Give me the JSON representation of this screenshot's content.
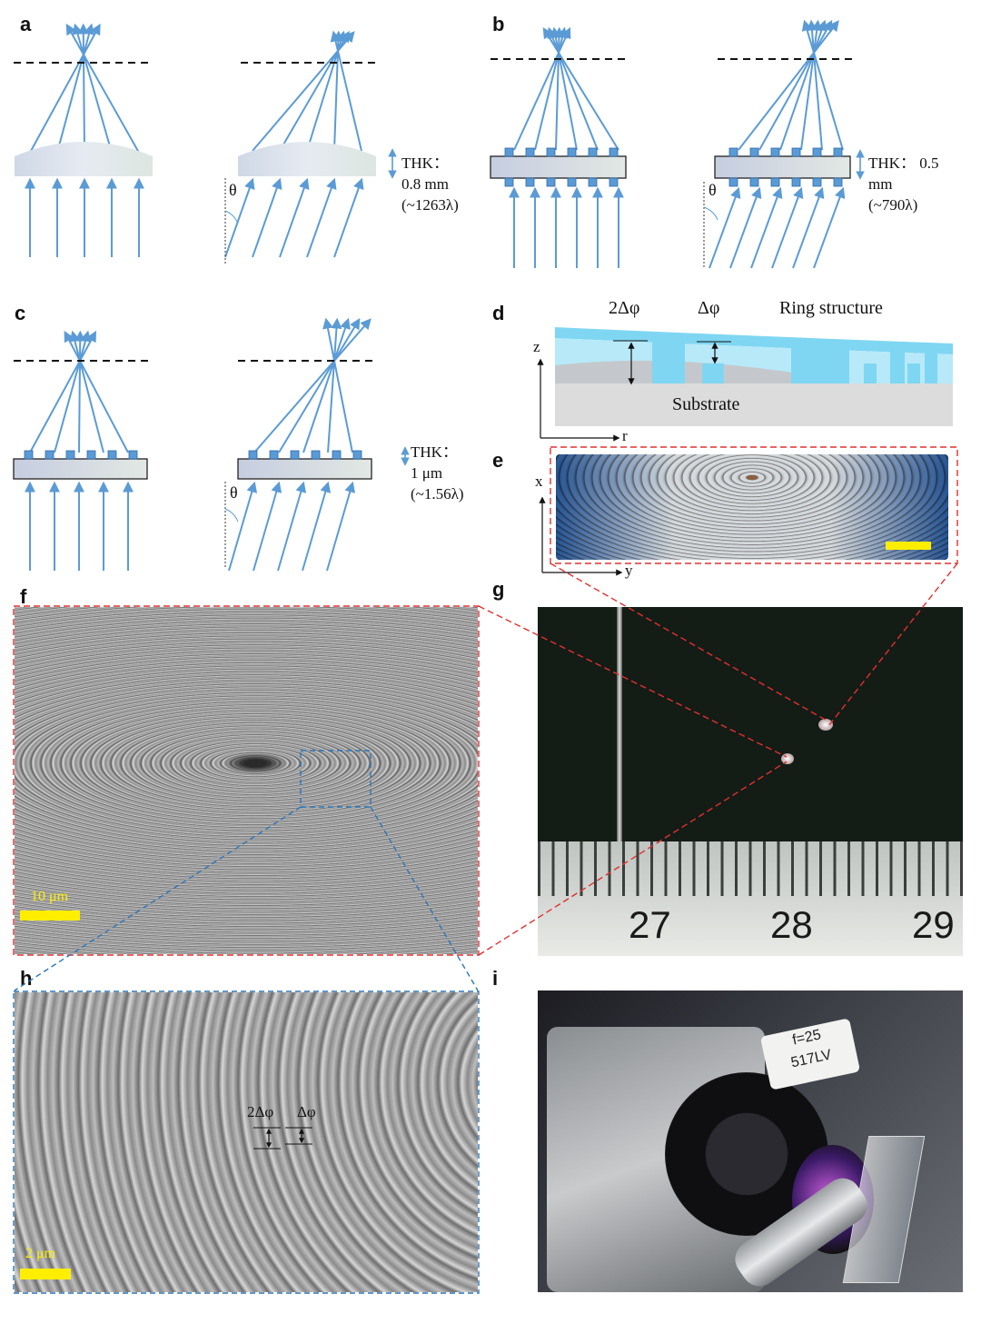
{
  "panels": {
    "a": "a",
    "b": "b",
    "c": "c",
    "d": "d",
    "e": "e",
    "f": "f",
    "g": "g",
    "h": "h",
    "i": "i"
  },
  "angle_symbol": "θ",
  "thk": {
    "a": {
      "line1": "THK：",
      "line2": "0.8 mm",
      "line3": "(~1263λ)"
    },
    "b": {
      "line1": "THK： 0.5",
      "line2": "mm",
      "line3": "(~790λ)"
    },
    "c": {
      "line1": "THK：",
      "line2": "1 μm",
      "line3": "(~1.56λ)"
    }
  },
  "panel_d": {
    "label_2dphi": "2Δφ",
    "label_dphi": "Δφ",
    "label_ring": "Ring structure",
    "label_substrate": "Substrate",
    "axis_z": "z",
    "axis_r": "r"
  },
  "panel_e": {
    "axis_x": "x",
    "axis_y": "y"
  },
  "panel_f": {
    "scale": "10 μm"
  },
  "panel_g": {
    "ruler_27": "27",
    "ruler_28": "28",
    "ruler_29": "29"
  },
  "panel_h": {
    "label_2dphi": "2Δφ",
    "label_dphi": "Δφ",
    "scale": "2 μm"
  },
  "panel_i": {
    "tag_line1": "f=25",
    "tag_line2": "517LV"
  },
  "colors": {
    "ray": "#5b9bd5",
    "red_dash": "#e03030",
    "blue_dash": "#2e75b6",
    "scale_bar": "#ffee00",
    "ring_blue": "#7fd6f2"
  }
}
